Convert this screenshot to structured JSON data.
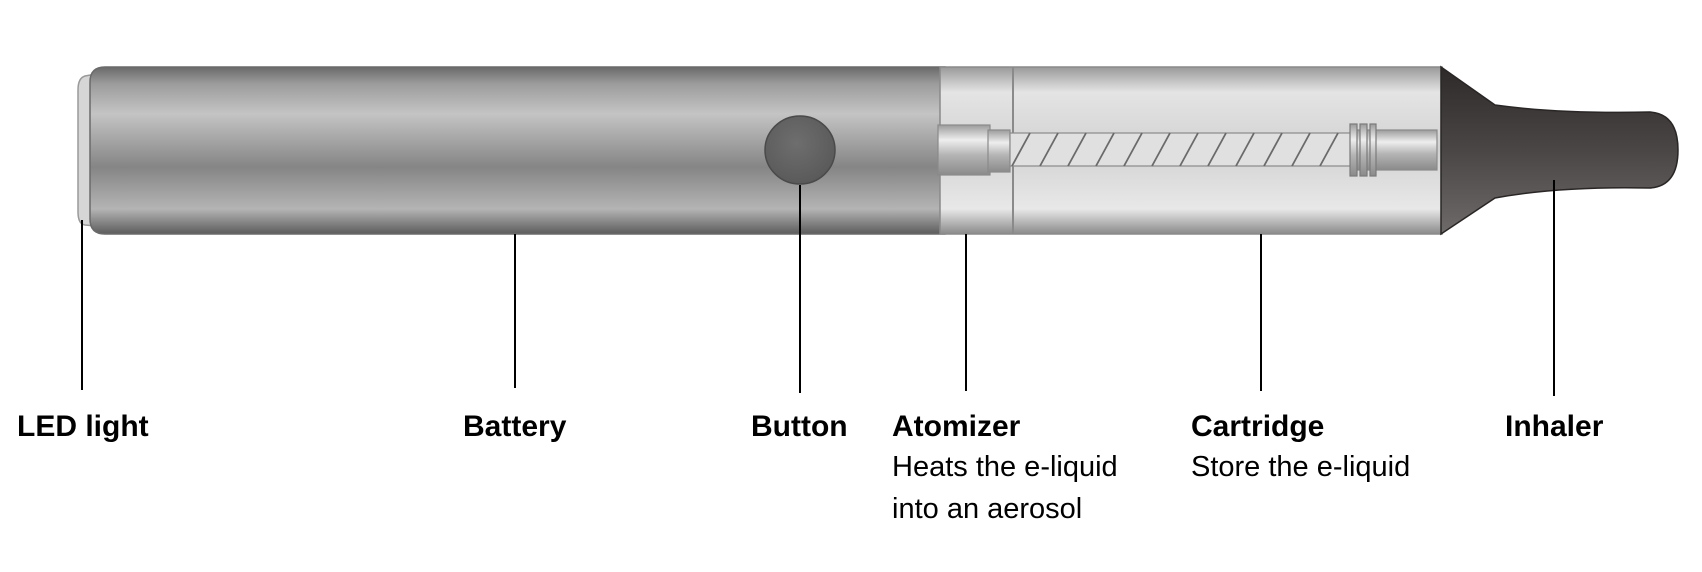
{
  "components": [
    {
      "key": "led",
      "title": "LED light",
      "desc": []
    },
    {
      "key": "battery",
      "title": "Battery",
      "desc": []
    },
    {
      "key": "button",
      "title": "Button",
      "desc": []
    },
    {
      "key": "atomizer",
      "title": "Atomizer",
      "desc": [
        "Heats the e-liquid",
        "into an aerosol"
      ]
    },
    {
      "key": "cartridge",
      "title": "Cartridge",
      "desc": [
        "Store the e-liquid"
      ]
    },
    {
      "key": "inhaler",
      "title": "Inhaler",
      "desc": []
    }
  ]
}
